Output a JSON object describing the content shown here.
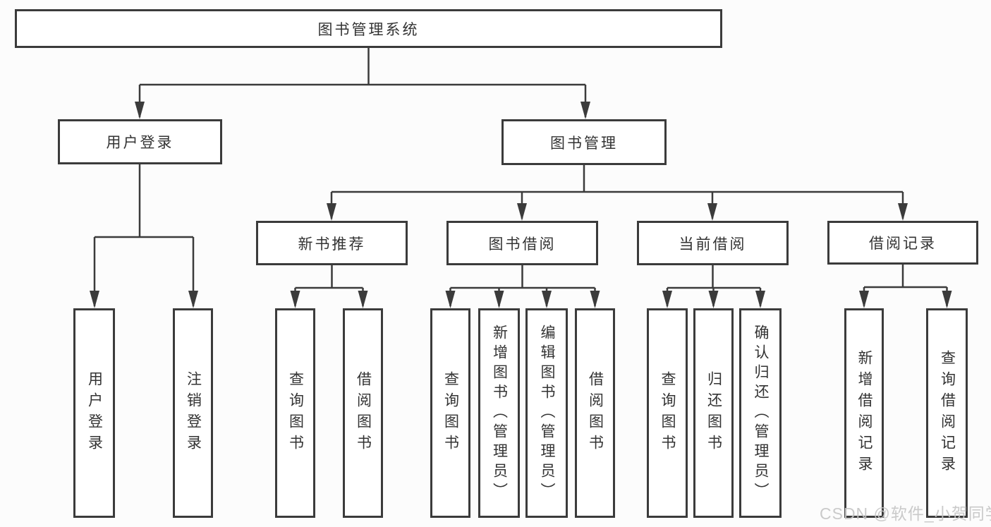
{
  "diagram": {
    "title": "图书管理系统",
    "level2": {
      "user_login": "用户登录",
      "book_mgmt": "图书管理"
    },
    "level3": {
      "new_book_rec": "新书推荐",
      "book_borrow": "图书借阅",
      "current_borrow": "当前借阅",
      "borrow_record": "借阅记录"
    },
    "leaves": {
      "user_login": "用户登录",
      "logout": "注销登录",
      "newrec_query_book": "查询图书",
      "newrec_borrow_book": "借阅图书",
      "borrow_query_book": "查询图书",
      "borrow_add_book": "新增图书（管理员）",
      "borrow_edit_book": "编辑图书（管理员）",
      "borrow_borrow_book": "借阅图书",
      "current_query_book": "查询图书",
      "current_return_book": "归还图书",
      "current_confirm_return": "确认归还（管理员）",
      "record_add": "新增借阅记录",
      "record_query": "查询借阅记录"
    },
    "watermark": "CSDN @软件_小贺同学",
    "colors": {
      "line": "#3b3b3b",
      "text": "#333333",
      "background": "#fcfcfc",
      "watermark": "#c5c5c5"
    }
  }
}
